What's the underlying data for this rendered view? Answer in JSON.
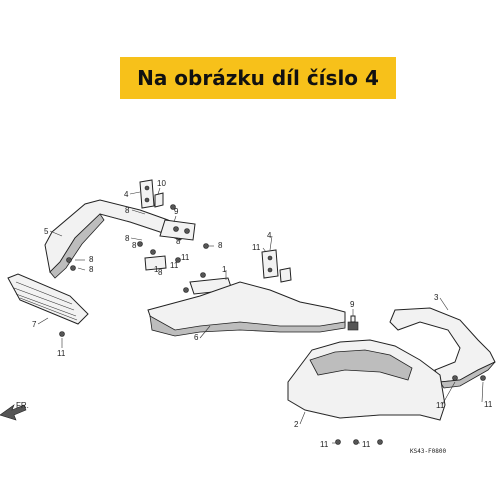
{
  "banner": {
    "text": "Na obrázku díl číslo 4",
    "color": "#f7c11a"
  },
  "callouts": {
    "c4a": "4",
    "c10": "10",
    "c5": "5",
    "c9a": "9",
    "c8a": "8",
    "c8b": "8",
    "c8c": "8",
    "c8d": "8",
    "c8e": "8",
    "c8f": "8",
    "c8g": "8",
    "c8h": "8",
    "c11a": "11",
    "c11b": "11",
    "c11c": "11",
    "c11d": "11",
    "c11e": "11",
    "c11f": "11",
    "c11g": "11",
    "c11h": "11",
    "c1a": "1",
    "c1b": "1",
    "c4b": "4",
    "c7": "7",
    "c6": "6",
    "c9b": "9",
    "c3": "3",
    "c2": "2"
  },
  "direction_label": "FR.",
  "diagram_code": "KS43-F0800",
  "highlighted_part": "4"
}
